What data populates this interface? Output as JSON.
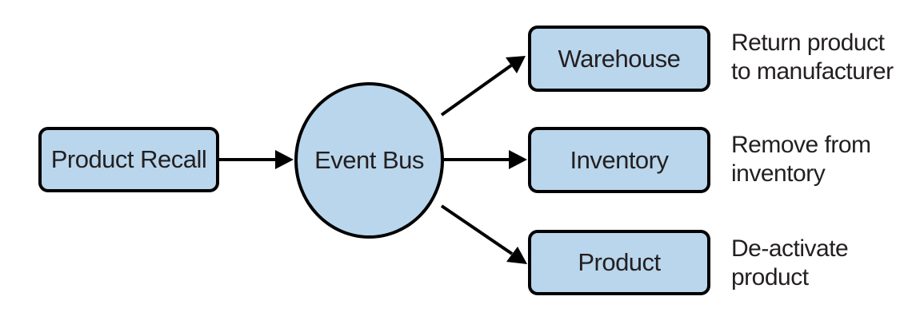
{
  "colors": {
    "node_fill": "#b9d6ec",
    "stroke": "#000000",
    "text": "#231f20"
  },
  "nodes": {
    "product_recall": "Product Recall",
    "event_bus": "Event Bus",
    "warehouse": "Warehouse",
    "inventory": "Inventory",
    "product": "Product"
  },
  "notes": {
    "warehouse": [
      "Return product",
      "to manufacturer"
    ],
    "inventory": [
      "Remove from",
      "inventory"
    ],
    "product": [
      "De-activate",
      "product"
    ]
  },
  "edges": [
    {
      "from": "Product Recall",
      "to": "Event Bus"
    },
    {
      "from": "Event Bus",
      "to": "Warehouse"
    },
    {
      "from": "Event Bus",
      "to": "Inventory"
    },
    {
      "from": "Event Bus",
      "to": "Product"
    }
  ]
}
